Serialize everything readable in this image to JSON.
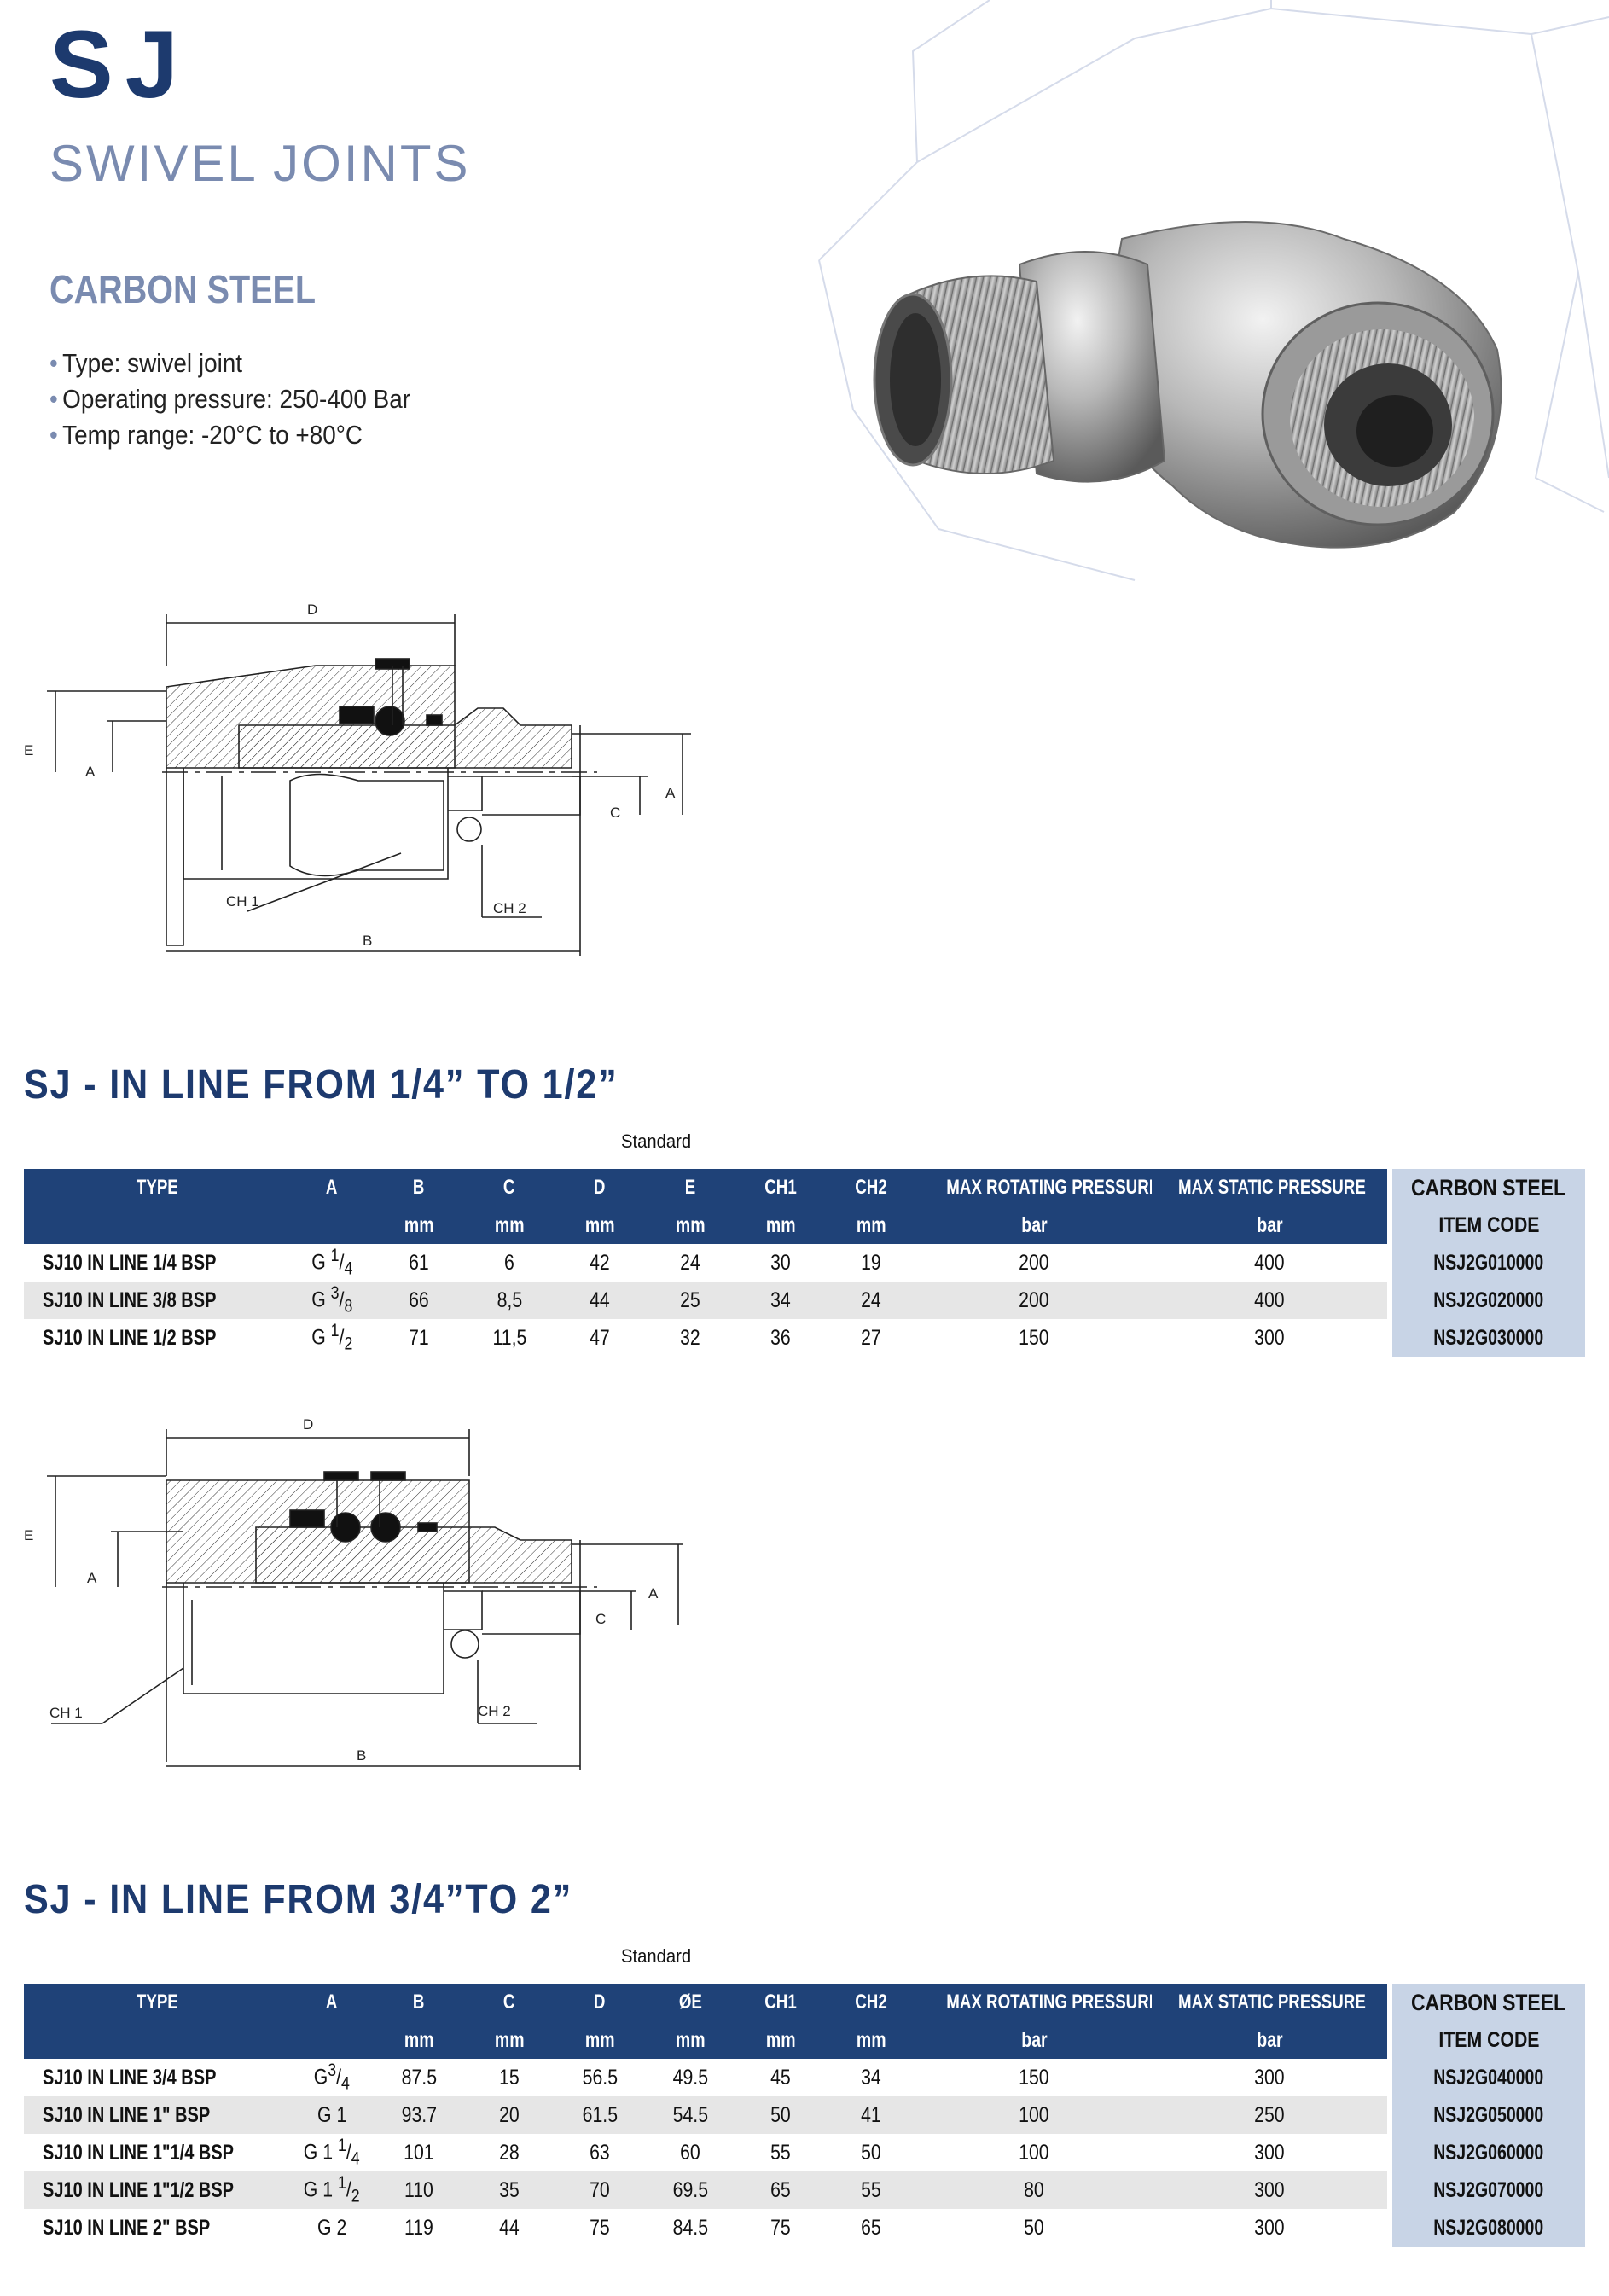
{
  "header": {
    "code": "SJ",
    "name": "SWIVEL JOINTS",
    "material": "CARBON STEEL",
    "features": [
      "Type: swivel joint",
      "Operating pressure: 250-400 Bar",
      "Temp range: -20°C to +80°C"
    ]
  },
  "drawing1": {
    "labels": {
      "d": "D",
      "e": "E",
      "a_left": "A",
      "a_right": "A",
      "c": "C",
      "ch1": "CH 1",
      "ch2": "CH 2",
      "b": "B"
    }
  },
  "drawing2": {
    "labels": {
      "d": "D",
      "e": "E",
      "a_left": "A",
      "a_right": "A",
      "c": "C",
      "ch1": "CH 1",
      "ch2": "CH 2",
      "b": "B"
    }
  },
  "section1": {
    "title": "SJ - IN LINE FROM 1/4” TO 1/2”",
    "standard": "Standard",
    "headers": [
      "TYPE",
      "A",
      "B",
      "C",
      "D",
      "E",
      "CH1",
      "CH2",
      "MAX ROTATING PRESSURE",
      "MAX STATIC PRESSURE",
      "CARBON STEEL"
    ],
    "units": [
      "",
      "",
      "mm",
      "mm",
      "mm",
      "mm",
      "mm",
      "mm",
      "bar",
      "bar",
      "ITEM CODE"
    ],
    "rows": [
      {
        "type": "SJ10 IN LINE 1/4 BSP",
        "a_prefix": "G ",
        "a_num": "1",
        "a_den": "4",
        "b": "61",
        "c": "6",
        "d": "42",
        "e": "24",
        "ch1": "30",
        "ch2": "19",
        "rot": "200",
        "stat": "400",
        "code": "NSJ2G010000"
      },
      {
        "type": "SJ10 IN LINE 3/8 BSP",
        "a_prefix": "G ",
        "a_num": "3",
        "a_den": "8",
        "b": "66",
        "c": "8,5",
        "d": "44",
        "e": "25",
        "ch1": "34",
        "ch2": "24",
        "rot": "200",
        "stat": "400",
        "code": "NSJ2G020000"
      },
      {
        "type": "SJ10 IN LINE 1/2 BSP",
        "a_prefix": "G ",
        "a_num": "1",
        "a_den": "2",
        "b": "71",
        "c": "11,5",
        "d": "47",
        "e": "32",
        "ch1": "36",
        "ch2": "27",
        "rot": "150",
        "stat": "300",
        "code": "NSJ2G030000"
      }
    ]
  },
  "section2": {
    "title": "SJ - IN LINE FROM 3/4”TO 2”",
    "standard": "Standard",
    "headers": [
      "TYPE",
      "A",
      "B",
      "C",
      "D",
      "ØE",
      "CH1",
      "CH2",
      "MAX ROTATING PRESSURE",
      "MAX STATIC PRESSURE",
      "CARBON STEEL"
    ],
    "units": [
      "",
      "",
      "mm",
      "mm",
      "mm",
      "mm",
      "mm",
      "mm",
      "bar",
      "bar",
      "ITEM CODE"
    ],
    "rows": [
      {
        "type": "SJ10 IN LINE 3/4 BSP",
        "a_prefix": "G",
        "a_num": "3",
        "a_den": "4",
        "b": "87.5",
        "c": "15",
        "d": "56.5",
        "e": "49.5",
        "ch1": "45",
        "ch2": "34",
        "rot": "150",
        "stat": "300",
        "code": "NSJ2G040000"
      },
      {
        "type": "SJ10 IN LINE 1\"  BSP",
        "a_prefix": "G 1",
        "a_num": "",
        "a_den": "",
        "b": "93.7",
        "c": "20",
        "d": "61.5",
        "e": "54.5",
        "ch1": "50",
        "ch2": "41",
        "rot": "100",
        "stat": "250",
        "code": "NSJ2G050000"
      },
      {
        "type": "SJ10 IN LINE 1\"1/4  BSP",
        "a_prefix": "G 1 ",
        "a_num": "1",
        "a_den": "4",
        "b": "101",
        "c": "28",
        "d": "63",
        "e": "60",
        "ch1": "55",
        "ch2": "50",
        "rot": "100",
        "stat": "300",
        "code": "NSJ2G060000"
      },
      {
        "type": "SJ10 IN LINE 1\"1/2  BSP",
        "a_prefix": "G 1 ",
        "a_num": "1",
        "a_den": "2",
        "b": "110",
        "c": "35",
        "d": "70",
        "e": "69.5",
        "ch1": "65",
        "ch2": "55",
        "rot": "80",
        "stat": "300",
        "code": "NSJ2G070000"
      },
      {
        "type": "SJ10 IN LINE 2\"  BSP",
        "a_prefix": "G 2",
        "a_num": "",
        "a_den": "",
        "b": "119",
        "c": "44",
        "d": "75",
        "e": "84.5",
        "ch1": "75",
        "ch2": "65",
        "rot": "50",
        "stat": "300",
        "code": "NSJ2G080000"
      }
    ]
  }
}
